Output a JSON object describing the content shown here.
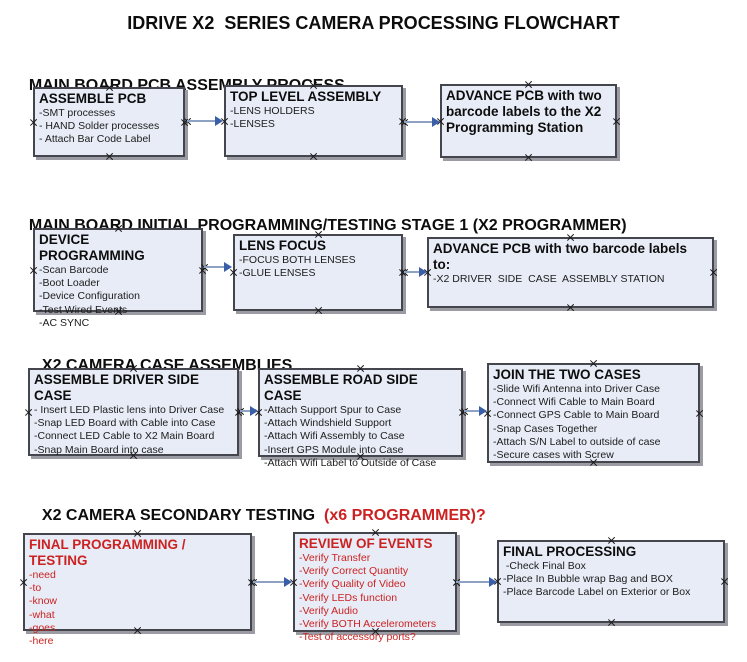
{
  "title": "IDRIVE X2  SERIES CAMERA PROCESSING FLOWCHART",
  "colors": {
    "background": "#ffffff",
    "box_fill": "#e7ecf6",
    "box_border": "#45454d",
    "box_shadow": "#8a8a8f",
    "arrow_line": "#8ea2c4",
    "arrow_head": "#3a5fa8",
    "accent_red": "#cc2222",
    "text": "#111111"
  },
  "icons": {
    "resize_handle": "x-mark",
    "connector": "right-arrow"
  },
  "sections": [
    {
      "heading": "MAIN BOARD PCB ASSEMBLY PROCESS",
      "boxes": [
        {
          "title": "ASSEMBLE PCB",
          "items": [
            "-SMT processes",
            "- HAND Solder processes",
            "- Attach Bar Code Label"
          ]
        },
        {
          "title": "TOP LEVEL ASSEMBLY",
          "items": [
            "-LENS HOLDERS",
            "-LENSES"
          ]
        },
        {
          "title": "ADVANCE PCB with two barcode labels to the X2 Programming Station",
          "items": []
        }
      ]
    },
    {
      "heading": "MAIN BOARD INITIAL PROGRAMMING/TESTING STAGE 1 (X2 PROGRAMMER)",
      "boxes": [
        {
          "title": "DEVICE PROGRAMMING",
          "items": [
            "-Scan Barcode",
            "-Boot Loader",
            "-Device Configuration",
            "-Test Wired Events",
            "-AC SYNC"
          ]
        },
        {
          "title": "LENS FOCUS",
          "items": [
            "-FOCUS BOTH LENSES",
            "-GLUE LENSES"
          ]
        },
        {
          "title": "ADVANCE PCB with two barcode labels to:",
          "items": [
            "-X2 DRIVER  SIDE  CASE  ASSEMBLY STATION"
          ]
        }
      ]
    },
    {
      "heading": "X2 CAMERA CASE ASSEMBLIES",
      "boxes": [
        {
          "title": "ASSEMBLE DRIVER SIDE CASE",
          "items": [
            "- Insert LED Plastic lens into Driver Case",
            "-Snap LED Board with Cable into Case",
            "-Connect LED Cable to X2 Main Board",
            "-Snap Main Board into case"
          ]
        },
        {
          "title": "ASSEMBLE ROAD SIDE CASE",
          "items": [
            "-Attach Support Spur to Case",
            "-Attach Windshield Support",
            "-Attach Wifi Assembly to Case",
            "-Insert GPS Module into Case",
            "-Attach Wifi Label to Outside of Case"
          ]
        },
        {
          "title": "JOIN THE TWO CASES",
          "items": [
            "-Slide Wifi Antenna into Driver Case",
            "-Connect Wifi Cable to Main Board",
            "-Connect GPS Cable to Main Board",
            "-Snap Cases Together",
            "-Attach S/N Label to outside of case",
            "-Secure cases with Screw"
          ]
        }
      ]
    },
    {
      "heading": "X2 CAMERA SECONDARY TESTING  ",
      "heading_accent": "(x6 PROGRAMMER)?",
      "boxes": [
        {
          "title": "FINAL PROGRAMMING / TESTING",
          "accent": "red",
          "items": [
            "-need",
            "-to",
            "-know",
            "-what",
            "-goes",
            "-here"
          ]
        },
        {
          "title": "REVIEW OF EVENTS",
          "accent": "red",
          "items": [
            "-Verify Transfer",
            "-Verify Correct Quantity",
            "-Verify Quality of Video",
            "-Verify LEDs function",
            "-Verify Audio",
            "-Verify BOTH Accelerometers",
            "-Test of accessory ports?"
          ]
        },
        {
          "title": "FINAL PROCESSING",
          "items": [
            " -Check Final Box",
            "-Place In Bubble wrap Bag and BOX",
            "-Place Barcode Label on Exterior or Box"
          ]
        }
      ]
    }
  ]
}
